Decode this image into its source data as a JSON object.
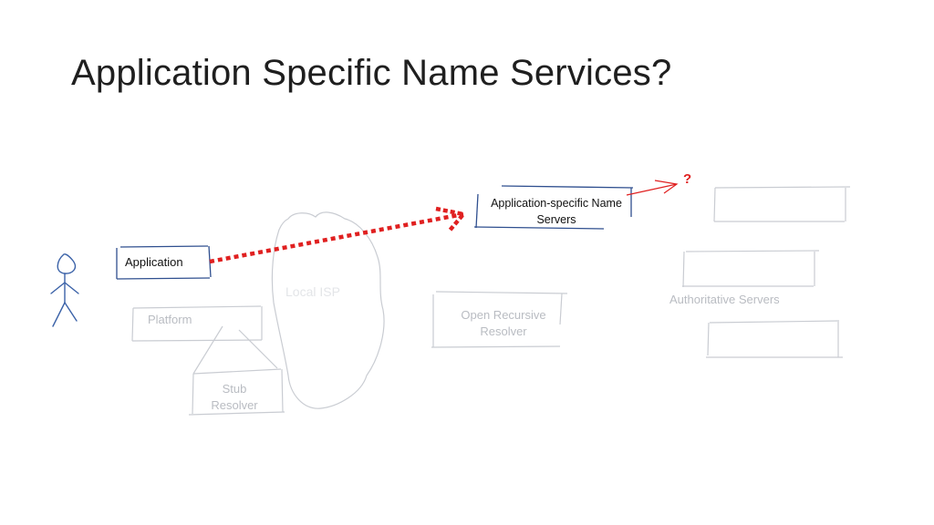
{
  "slide": {
    "title": "Application Specific Name Services?"
  },
  "diagram": {
    "application": "Application",
    "platform": "Platform",
    "stub_resolver_line1": "Stub",
    "stub_resolver_line2": "Resolver",
    "local_isp": "Local ISP",
    "open_recursive_line1": "Open Recursive",
    "open_recursive_line2": "Resolver",
    "app_specific_line1": "Application-specific Name",
    "app_specific_line2": "Servers",
    "authoritative": "Authoritative Servers",
    "question_mark": "?"
  },
  "colors": {
    "accent_red": "#e02020",
    "box_blue": "#2f4f8f",
    "faint_gray": "#c9ccd2"
  }
}
